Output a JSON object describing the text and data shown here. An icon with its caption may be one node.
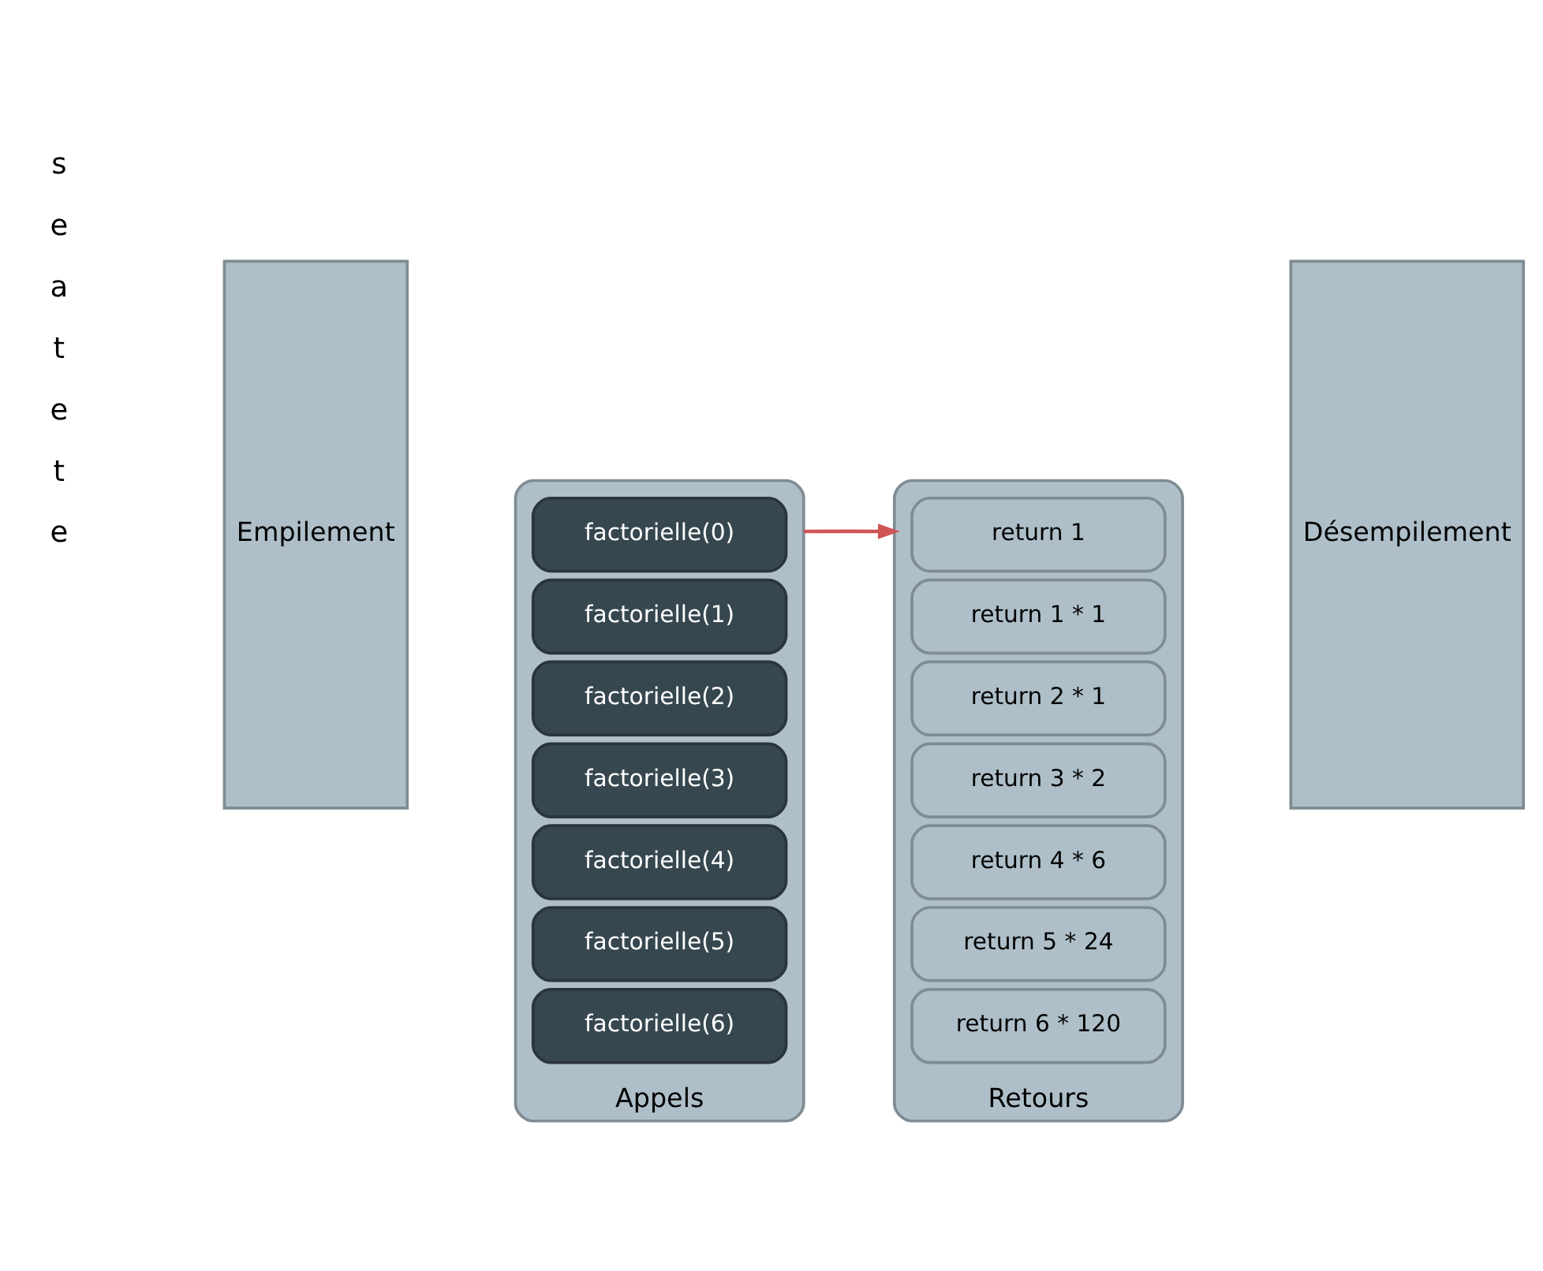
{
  "diagram": {
    "nodes": [
      {
        "text": [
          "Empilement"
        ]
      },
      {
        "text": [
          "Appels"
        ]
      },
      {
        "text": [
          "factorielle(0)"
        ],
        "in": 1
      },
      {
        "text": [
          "factorielle(1)"
        ],
        "in": 1
      },
      {
        "text": [
          "factorielle(2)"
        ],
        "in": 1
      },
      {
        "text": [
          "factorielle(3)"
        ],
        "in": 1
      },
      {
        "text": [
          "factorielle(4)"
        ],
        "in": 1
      },
      {
        "text": [
          "factorielle(5)"
        ],
        "in": 1
      },
      {
        "text": [
          "factorielle(6)"
        ],
        "in": 1
      },
      {
        "text": [
          "Retours"
        ]
      },
      {
        "text": [
          "return 1"
        ],
        "in": 9
      },
      {
        "text": [
          "return 1 * 1"
        ],
        "in": 9
      },
      {
        "text": [
          "return 2 * 1"
        ],
        "in": 9
      },
      {
        "text": [
          "return 3 * 2"
        ],
        "in": 9
      },
      {
        "text": [
          "return 4 * 6"
        ],
        "in": 9
      },
      {
        "text": [
          "return 5 * 24"
        ],
        "in": 9
      },
      {
        "text": [
          "return 6 * 120"
        ],
        "in": 9
      },
      {
        "text": [
          "Désempilement"
        ]
      }
    ],
    "edges": [
      {
        "from": 1,
        "to": 9,
        "arrow": "to",
        "color": "#d05555"
      }
    ],
    "labels": [
      "e",
      "t",
      "e",
      "t",
      "a",
      "e",
      "s"
    ]
  }
}
